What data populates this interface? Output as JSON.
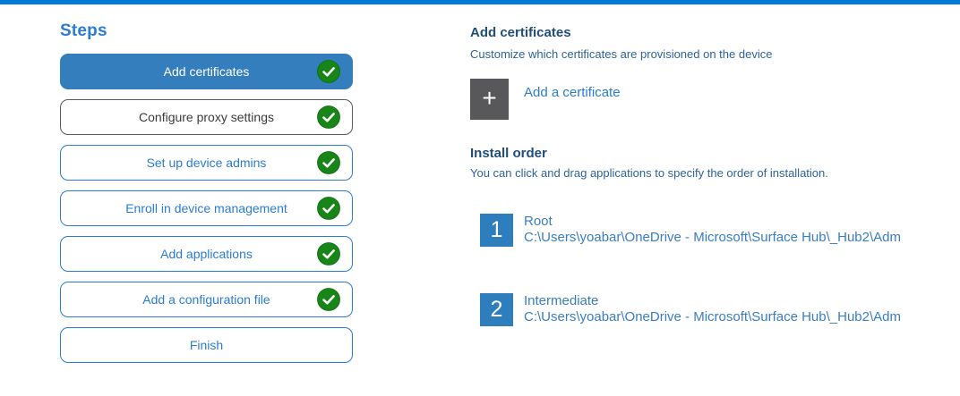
{
  "colors": {
    "topbar_accent": "#0078d4",
    "active_step_blue": "#357ebd",
    "step_border_blue": "#2b7cd3",
    "gray_step_border": "#5a5a5a",
    "check_green": "#178517",
    "plus_button_gray": "#58585b",
    "heading_navy": "#1f4e79",
    "subtitle_blue": "#2e6398",
    "order_square_blue": "#2e7ebd"
  },
  "icons": {
    "plus": "+",
    "check": "check-in-green-circle"
  },
  "sidebar": {
    "title": "Steps",
    "steps": [
      {
        "label": "Add certificates",
        "active": true,
        "completed": true
      },
      {
        "label": "Configure proxy settings",
        "active": false,
        "completed": true
      },
      {
        "label": "Set up device admins",
        "active": false,
        "completed": true
      },
      {
        "label": "Enroll in device management",
        "active": false,
        "completed": true
      },
      {
        "label": "Add applications",
        "active": false,
        "completed": true
      },
      {
        "label": "Add a configuration file",
        "active": false,
        "completed": true
      },
      {
        "label": "Finish",
        "active": false,
        "completed": false
      }
    ]
  },
  "main": {
    "section_title": "Add certificates",
    "section_subtitle": "Customize which certificates are provisioned on the device",
    "add_certificate_label": "Add a certificate",
    "install_order": {
      "title": "Install order",
      "subtitle": "You can click and drag applications to specify the order of installation.",
      "items": [
        {
          "number": "1",
          "name": "Root",
          "path": "C:\\Users\\yoabar\\OneDrive - Microsoft\\Surface Hub\\_Hub2\\Adm"
        },
        {
          "number": "2",
          "name": "Intermediate",
          "path": "C:\\Users\\yoabar\\OneDrive - Microsoft\\Surface Hub\\_Hub2\\Adm"
        }
      ]
    }
  }
}
